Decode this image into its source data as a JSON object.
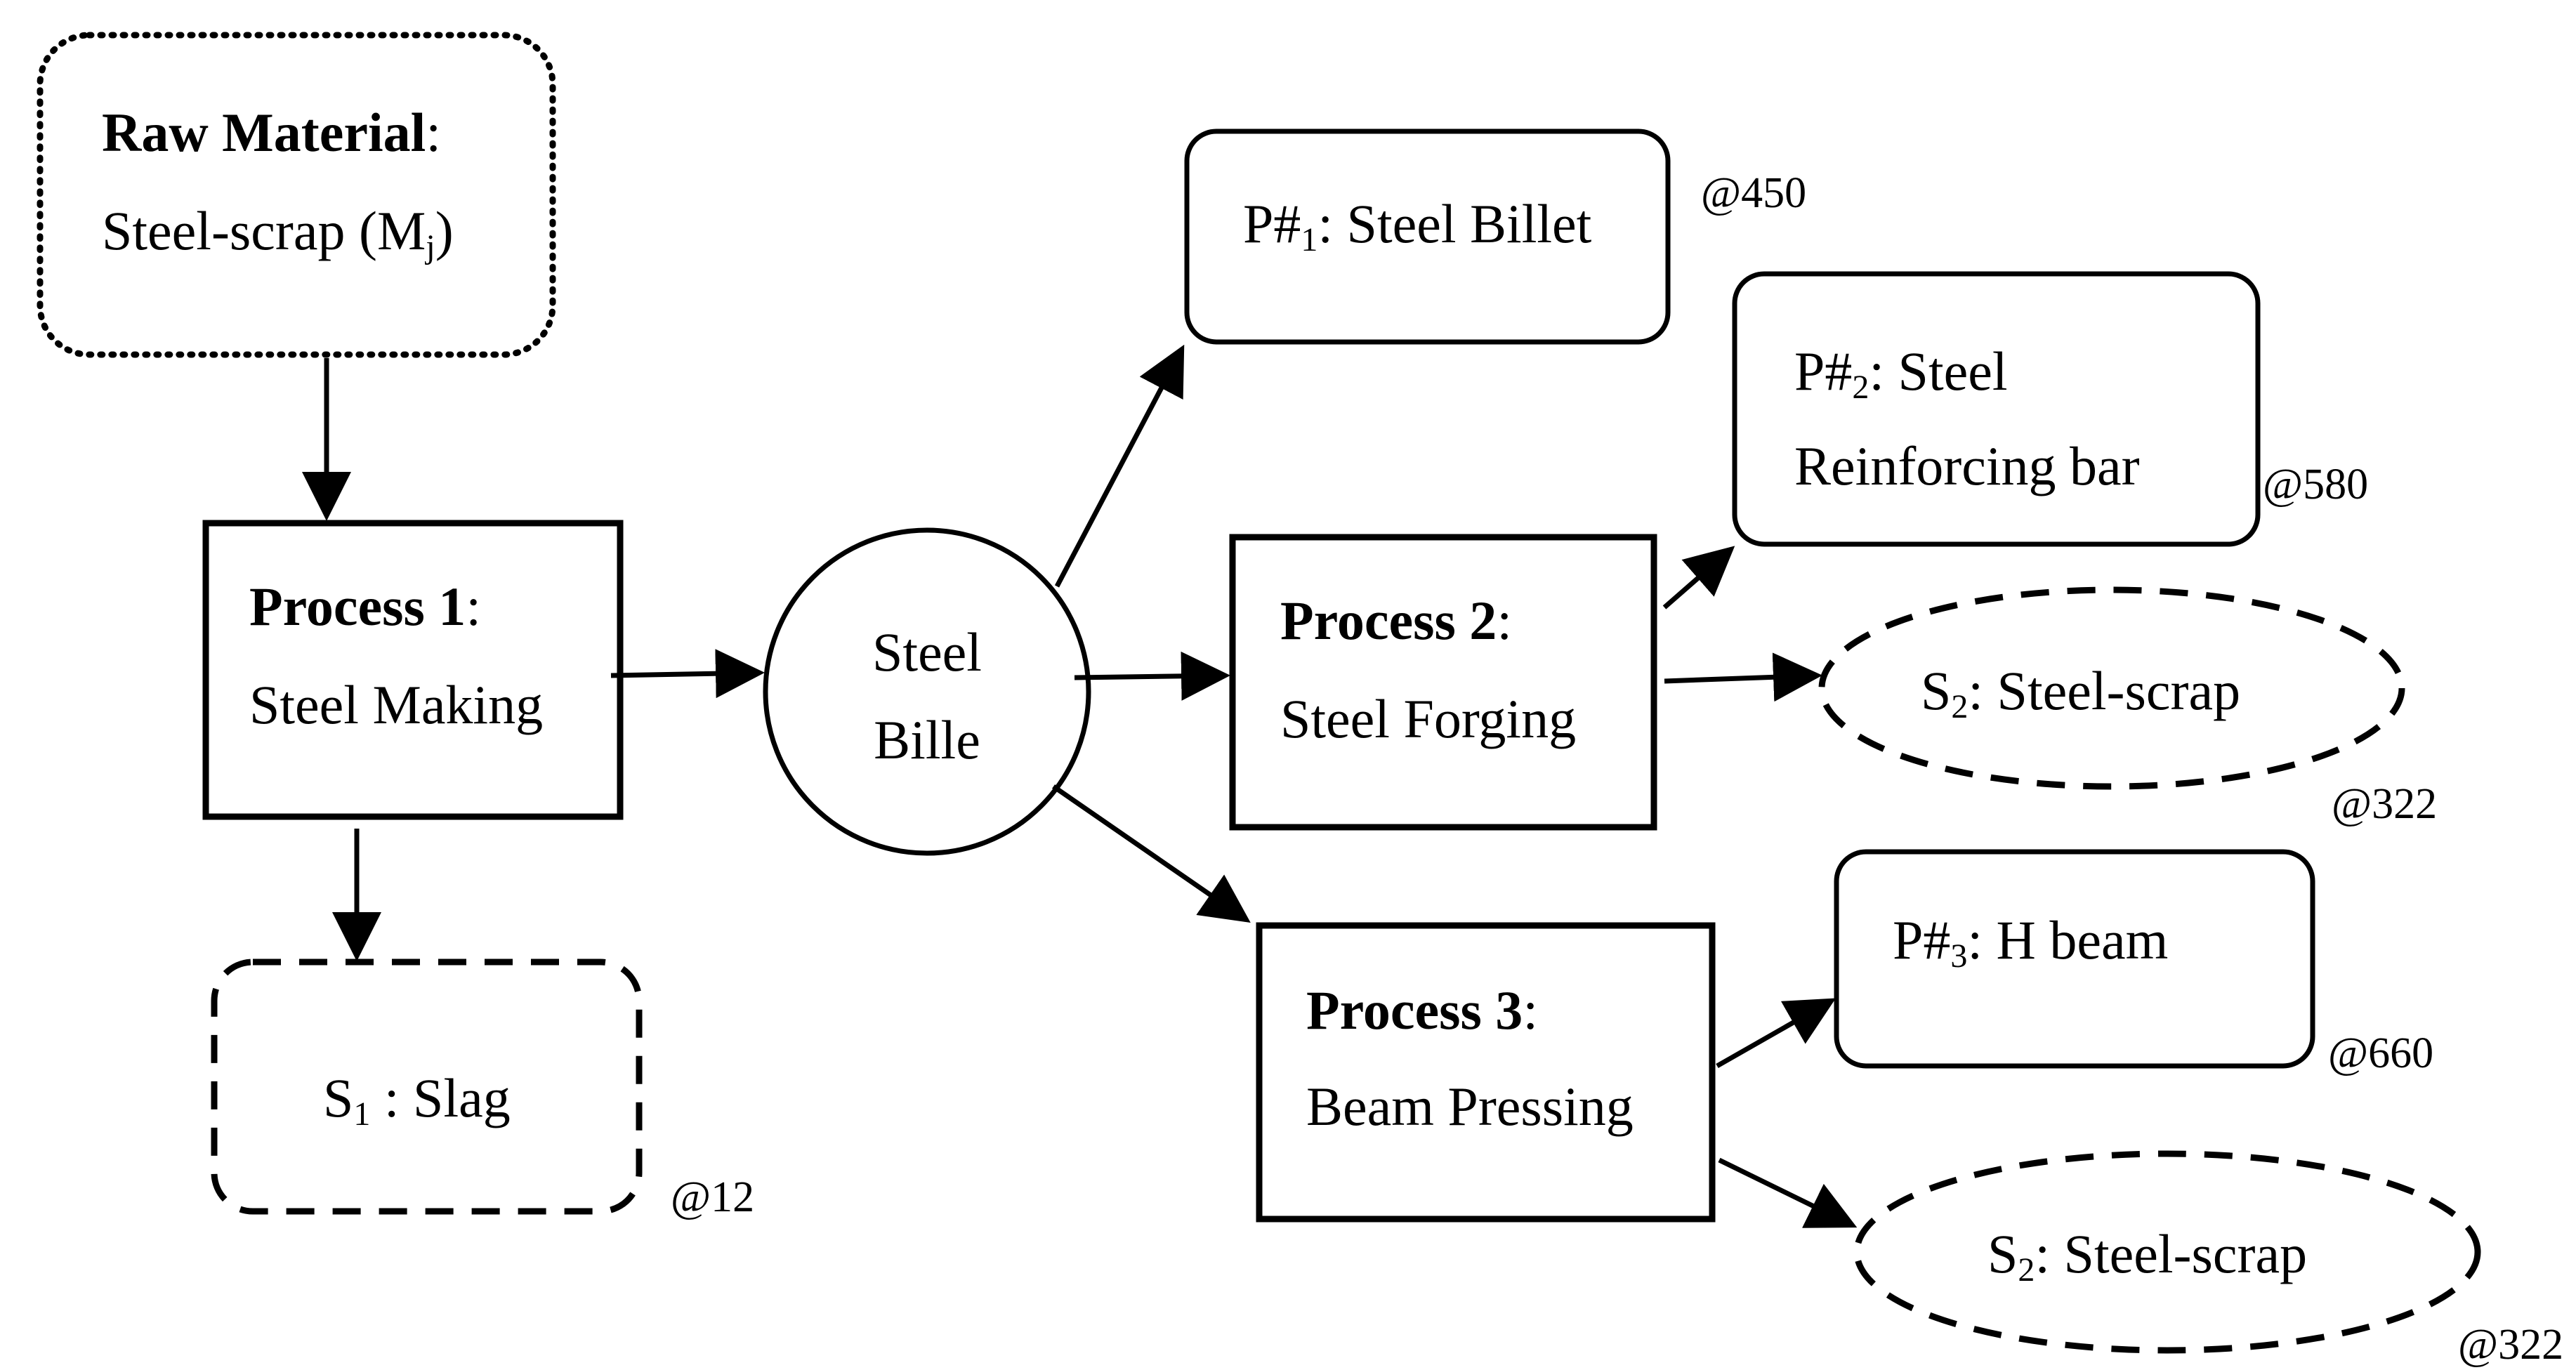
{
  "raw_material": {
    "title": "Raw Material",
    "colon": ":",
    "text_main": "Steel-scrap (M",
    "text_sub": "j",
    "text_end": ")"
  },
  "process1": {
    "title": "Process 1",
    "colon": ":",
    "text": "Steel Making"
  },
  "intermediate": {
    "line1": "Steel",
    "line2": "Bille"
  },
  "process2": {
    "title": "Process 2",
    "colon": ":",
    "text": "Steel Forging"
  },
  "process3": {
    "title": "Process 3",
    "colon": ":",
    "text": "Beam Pressing"
  },
  "product1": {
    "prefix": "P#",
    "sub": "1",
    "text": ": Steel Billet",
    "price": "@450"
  },
  "product2": {
    "prefix": "P#",
    "sub": "2",
    "text": ": Steel",
    "line2": "Reinforcing bar",
    "price": "@580"
  },
  "product3": {
    "prefix": "P#",
    "sub": "3",
    "text": ": H beam",
    "price": "@660"
  },
  "scrap1": {
    "prefix": "S",
    "sub": "1",
    "text": " : Slag",
    "price": "@12"
  },
  "scrap2a": {
    "prefix": "S",
    "sub": "2",
    "text": ": Steel-scrap",
    "price": "@322"
  },
  "scrap2b": {
    "prefix": "S",
    "sub": "2",
    "text": ": Steel-scrap",
    "price": "@322"
  }
}
